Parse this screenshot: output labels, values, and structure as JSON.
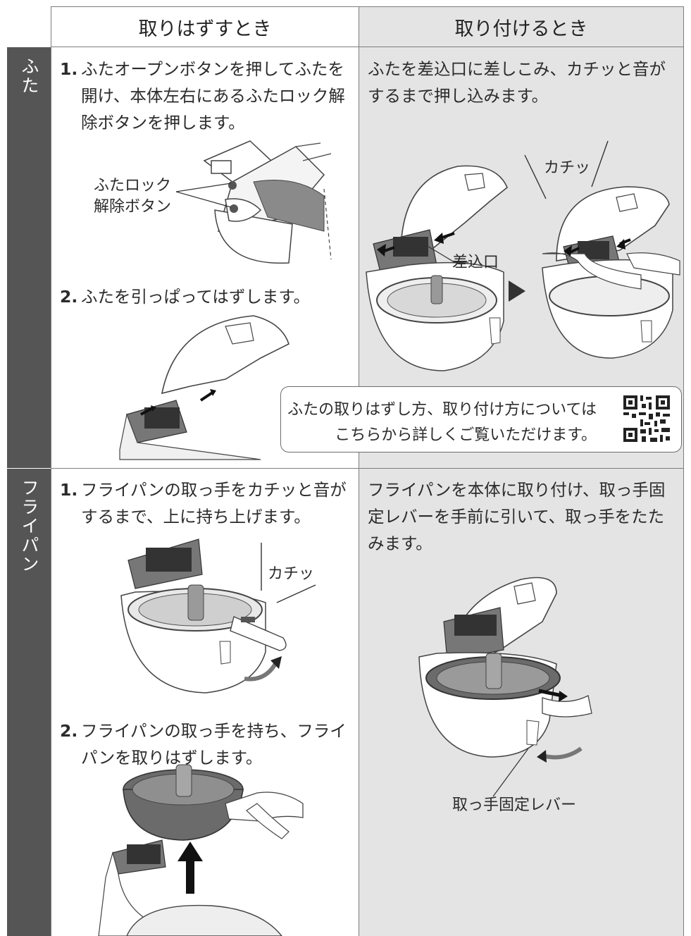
{
  "header": {
    "col_remove": "取りはずすとき",
    "col_attach": "取り付けるとき"
  },
  "lid": {
    "side_label": "ふた",
    "remove": {
      "step1_num": "1.",
      "step1_text": "ふたオープンボタンを押してふたを開け、本体左右にあるふたロック解除ボタンを押します。",
      "callout_line1": "ふたロック",
      "callout_line2": "解除ボタン",
      "step2_num": "2.",
      "step2_text": "ふたを引っぱってはずします。"
    },
    "attach": {
      "text": "ふたを差込口に差しこみ、カチッと音がするまで押し込みます。",
      "click_sound": "カチッ",
      "insert_label": "差込口"
    },
    "note": {
      "line1": "ふたの取りはずし方、取り付け方については",
      "line2": "こちらから詳しくご覧いただけます。",
      "qr_icon": "qr-code-icon"
    }
  },
  "pan": {
    "side_label": "フライパン",
    "remove": {
      "step1_num": "1.",
      "step1_text": "フライパンの取っ手をカチッと音がするまで、上に持ち上げます。",
      "click_sound": "カチッ",
      "step2_num": "2.",
      "step2_text": "フライパンの取っ手を持ち、フライパンを取りはずします。"
    },
    "attach": {
      "text": "フライパンを本体に取り付け、取っ手固定レバーを手前に引いて、取っ手をたたみます。",
      "lever_label": "取っ手固定レバー"
    }
  },
  "colors": {
    "sidebar": "#555555",
    "attach_bg": "#e4e4e4",
    "border": "#7d7d7d"
  }
}
